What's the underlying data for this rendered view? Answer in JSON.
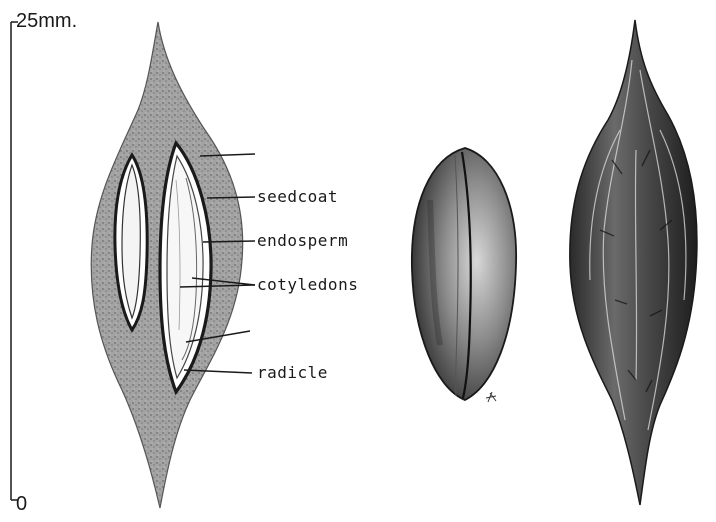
{
  "scale": {
    "top_label": "25mm.",
    "bottom_label": "0"
  },
  "section": {
    "labels": {
      "seedcoat": "seedcoat",
      "endosperm": "endosperm",
      "cotyledons": "cotyledons",
      "radicle": "radicle"
    }
  },
  "colors": {
    "ink": "#1a1a1a",
    "stipple": "#8a8a8a",
    "seed_dark": "#3c3c3c",
    "background": "#ffffff"
  }
}
